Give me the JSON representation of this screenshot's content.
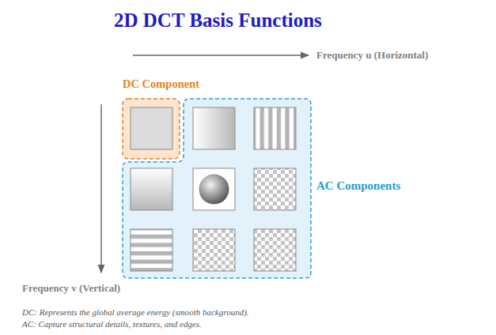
{
  "diagram": {
    "title": "2D DCT Basis Functions",
    "nodes": [
      {
        "text": [
          "DC Component"
        ]
      },
      {
        "text": [
          "AC Components"
        ]
      }
    ],
    "labels": [
      "Frequency u (Horizontal)",
      "Frequency v (Vertical)",
      "DC: Represents the global average energy (smooth background).",
      "AC: Capture structural details, textures, and edges."
    ]
  }
}
